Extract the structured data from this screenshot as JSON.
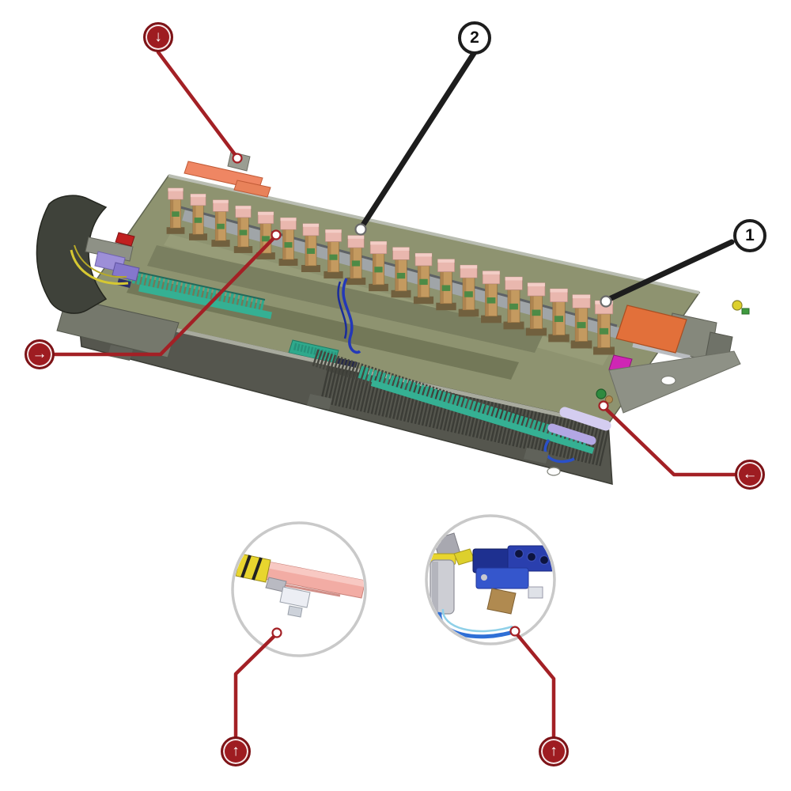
{
  "figure": {
    "background": "#ffffff",
    "kind": "exploded-machine-assembly-diagram"
  },
  "callouts": {
    "numbered": [
      {
        "label": "2"
      },
      {
        "label": "1"
      }
    ],
    "arrow_markers": [
      {
        "name": "detail-arrow-top-left",
        "direction": "down",
        "glyph": "↓"
      },
      {
        "name": "detail-arrow-left",
        "direction": "right",
        "glyph": "→"
      },
      {
        "name": "detail-arrow-right",
        "direction": "left",
        "glyph": "←"
      },
      {
        "name": "detail-arrow-bottom-left",
        "direction": "up",
        "glyph": "↑"
      },
      {
        "name": "detail-arrow-bottom-right",
        "direction": "up",
        "glyph": "↑"
      }
    ]
  },
  "insets": [
    {
      "name": "detail-inset-rail",
      "content": "clamp-rail-detail"
    },
    {
      "name": "detail-inset-valve",
      "content": "pneumatic-valve-detail"
    }
  ],
  "machine": {
    "parts": [
      "module-row",
      "rear-rail",
      "teal-brush-strips",
      "finned-skirt",
      "left-end-bracket",
      "right-orange-rail",
      "valve-fitting",
      "lavender-cylinders",
      "blue-wires"
    ]
  },
  "colors": {
    "callout_red": "#9e1c21",
    "leader_red": "#a32025",
    "leader_black": "#1d1d1d",
    "machine_deck": "#8e9370",
    "machine_skirt": "#55564e",
    "module_body": "#c49a60",
    "module_cap": "#e9b7ae",
    "teal_strip": "#2fa98c",
    "orange_rail": "#ef8663",
    "inset_ring": "#c9c9c9"
  }
}
